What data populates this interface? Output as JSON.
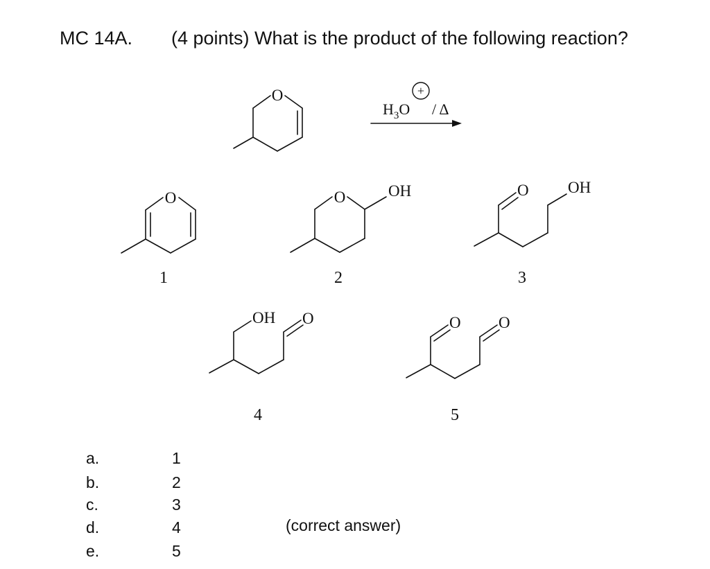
{
  "question": {
    "number": "MC 14A.",
    "text": "(4 points) What is the product of the following reaction?"
  },
  "reaction": {
    "reagent_left": "H3O",
    "reagent_sub": "3",
    "reagent_charge": "+",
    "conditions": "/ Δ"
  },
  "structures": {
    "labels": {
      "O": "O",
      "OH": "OH"
    },
    "numbers": [
      "1",
      "2",
      "3",
      "4",
      "5"
    ]
  },
  "choices": [
    {
      "letter": "a.",
      "value": "1"
    },
    {
      "letter": "b.",
      "value": "2"
    },
    {
      "letter": "c.",
      "value": "3"
    },
    {
      "letter": "d.",
      "value": "4"
    },
    {
      "letter": "e.",
      "value": "5"
    }
  ],
  "correct_note": "(correct answer)"
}
